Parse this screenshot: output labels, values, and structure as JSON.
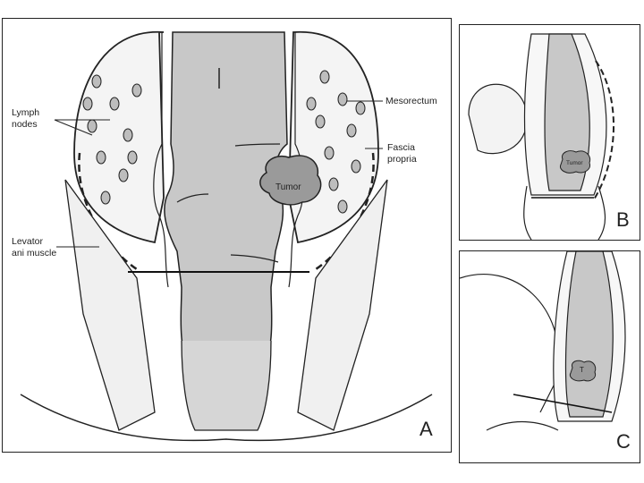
{
  "panels": {
    "a": {
      "letter": "A",
      "labels": {
        "lymph_nodes": "Lymph\nnodes",
        "mesorectum": "Mesorectum",
        "fascia_propria": "Fascia\npropria",
        "tumor": "Tumor",
        "levator_ani": "Levator\nani muscle"
      }
    },
    "b": {
      "letter": "B",
      "tumor": "Tumor"
    },
    "c": {
      "letter": "C",
      "tumor": "T"
    }
  },
  "colors": {
    "lumen": "#c8c8c8",
    "tumor": "#9a9a9a",
    "line": "#222222",
    "node": "#bdbdbd"
  }
}
